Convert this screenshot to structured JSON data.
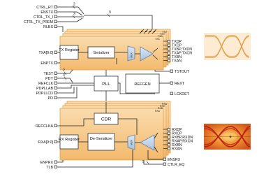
{
  "top_inputs": [
    "CTRL_RT",
    "ENSTX",
    "CTRL_TX_I",
    "CTRL_TX_PREM",
    "RLBS"
  ],
  "bus_widths": {
    "ctrl_rt": "2",
    "ctrl_tx_i": "3",
    "ctrl_bus": "9",
    "test": "2",
    "pdy": "3",
    "ctrl_eq": "5"
  },
  "tx": {
    "data_in": "TXA[9:0]",
    "enable": "ENPTX",
    "register": "TX Register",
    "serializer": "Serializer",
    "mux": "MUX",
    "lane_labels": [
      "TXD",
      "TXC",
      "TXB",
      "TXA"
    ],
    "outputs": [
      "TXDP",
      "TXCP",
      "TXBP,TXDN",
      "TXAP,TXCN",
      "TXBN",
      "TXAN"
    ]
  },
  "mid_inputs": [
    "TEST",
    "PDY",
    "REFCLK",
    "PDPLLAB",
    "PDPLLCD",
    "PD"
  ],
  "pll": "PLL",
  "refgen": "REFGEN",
  "mid_outputs": [
    "TSTOUT",
    "REXT",
    "LCKDET"
  ],
  "rx": {
    "clock_in": "RECCLKA",
    "data_out": "RXA[9:0]",
    "cdr": "CDR",
    "register": "RX Register",
    "deserializer": "De-Serializer",
    "demux": "MUX",
    "lane_labels": [
      "RXD",
      "RXC",
      "RXB",
      "RXA"
    ],
    "inputs": [
      "RXDP",
      "RXCP",
      "RXBP,RXDN",
      "RXAP,RXCN",
      "RXBN",
      "RXAN"
    ],
    "bottom_inputs": [
      "ENPRX",
      "TLB"
    ],
    "bottom_outputs": [
      "ENSRX",
      "CTLR_EQ"
    ]
  },
  "colors": {
    "panel_orange": "#f6c98a",
    "panel_edge": "#e2a24d",
    "slab_blue": "#bcd0e6",
    "eye_tx_bg": "#fdecd3",
    "eye_tx_trace": "#d9a046",
    "eye_rx_bg": "#f0a447",
    "eye_rx_hot": "#b3170f"
  }
}
